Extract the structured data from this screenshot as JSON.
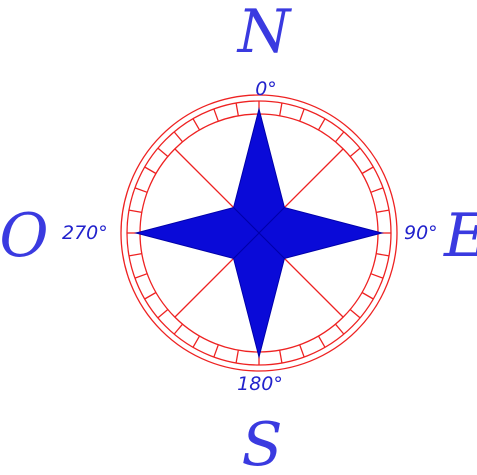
{
  "compass": {
    "cardinals": {
      "north": "N",
      "east": "E",
      "south": "S",
      "west": "O"
    },
    "degrees": {
      "north": "0°",
      "east": "90°",
      "south": "180°",
      "west": "270°"
    },
    "ring_ticks": 36,
    "colors": {
      "ring": "#ee2222",
      "star_fill": "#0a0ad8",
      "star_edge": "#0000aa",
      "label": "#2222cc",
      "cardinal": "#3a3ae0"
    }
  }
}
